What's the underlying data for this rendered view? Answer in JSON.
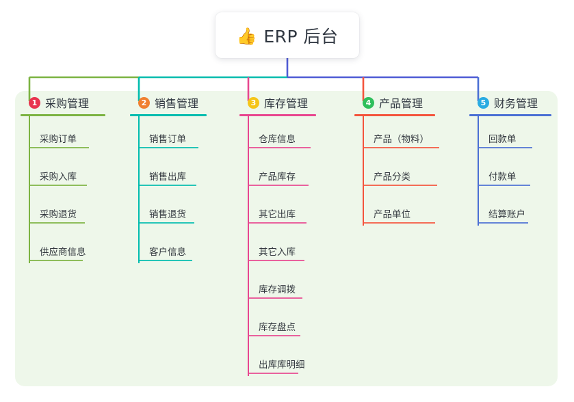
{
  "diagram": {
    "type": "mindmap",
    "root": {
      "icon": "thumbs-up-icon",
      "emoji": "👍",
      "title": "ERP 后台"
    },
    "canvas_background": "#FFFFFF",
    "panel_background": "#EEF7EA",
    "root_connector_color": "#4F5BD5",
    "branches": [
      {
        "number": "1",
        "badge_color": "#E8344E",
        "title": "采购管理",
        "color": "#7CB342",
        "items": [
          "采购订单",
          "采购入库",
          "采购退货",
          "供应商信息"
        ]
      },
      {
        "number": "2",
        "badge_color": "#F08030",
        "title": "销售管理",
        "color": "#00BCAE",
        "items": [
          "销售订单",
          "销售出库",
          "销售退货",
          "客户信息"
        ]
      },
      {
        "number": "3",
        "badge_color": "#F5C518",
        "title": "库存管理",
        "color": "#E8468F",
        "items": [
          "仓库信息",
          "产品库存",
          "其它出库",
          "其它入库",
          "库存调拨",
          "库存盘点",
          "出库库明细"
        ]
      },
      {
        "number": "4",
        "badge_color": "#2FBF5C",
        "title": "产品管理",
        "color": "#F4543C",
        "items": [
          "产品（物料）",
          "产品分类",
          "产品单位"
        ]
      },
      {
        "number": "5",
        "badge_color": "#29ABE2",
        "title": "财务管理",
        "color": "#4A6FD4",
        "items": [
          "回款单",
          "付款单",
          "结算账户"
        ]
      }
    ]
  }
}
